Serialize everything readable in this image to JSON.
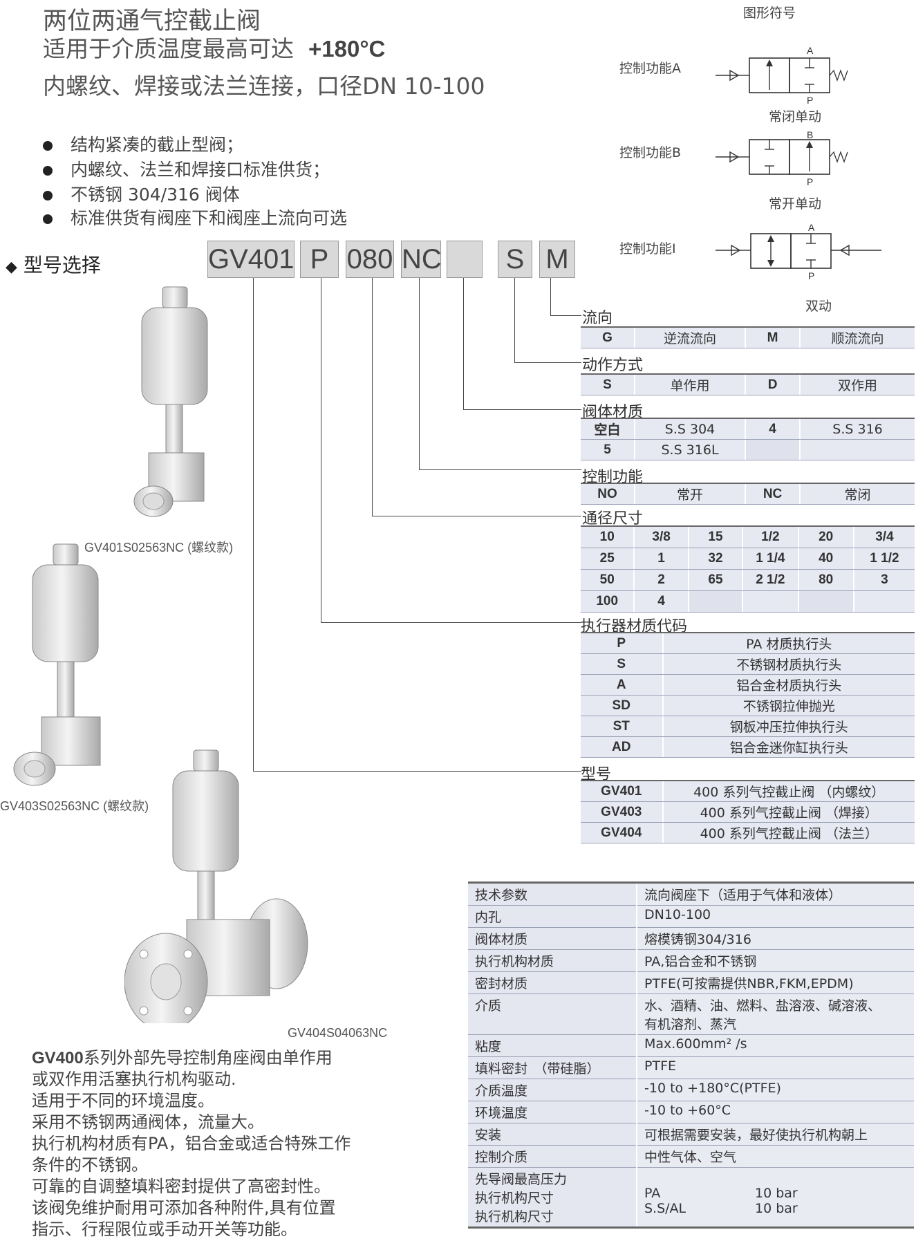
{
  "header": {
    "title_line1": "两位两通气控截止阀",
    "title_line2_prefix": "适用于介质温度最高可达",
    "title_line2_temp": "+180°C",
    "title_line3": "内螺纹、焊接或法兰连接，口径DN 10-100"
  },
  "features": [
    "结构紧凑的截止型阀；",
    "内螺纹、法兰和焊接口标准供货；",
    "不锈钢 304/316 阀体",
    "标准供货有阀座下和阀座上流向可选"
  ],
  "symbols": {
    "title": "图形符号",
    "items": [
      {
        "label": "控制功能A",
        "port_top": "A",
        "port_bottom": "P",
        "caption": "常闭单动"
      },
      {
        "label": "控制功能B",
        "port_top": "B",
        "port_bottom": "P",
        "caption": "常开单动"
      },
      {
        "label": "控制功能I",
        "port_top": "A",
        "port_bottom": "P",
        "caption": "双动"
      }
    ]
  },
  "model_selection": {
    "title": "型号选择",
    "code": [
      "GV401",
      "P",
      "080",
      "NC",
      "",
      "S",
      "M"
    ]
  },
  "option_groups": {
    "flow": {
      "title": "流向",
      "rows": [
        [
          "G",
          "逆流流向",
          "M",
          "顺流流向"
        ]
      ]
    },
    "action": {
      "title": "动作方式",
      "rows": [
        [
          "S",
          "单作用",
          "D",
          "双作用"
        ]
      ]
    },
    "body_material": {
      "title": "阀体材质",
      "rows": [
        [
          "空白",
          "S.S 304",
          "4",
          "S.S 316"
        ],
        [
          "5",
          "S.S 316L",
          "",
          ""
        ]
      ]
    },
    "control_function": {
      "title": "控制功能",
      "rows": [
        [
          "NO",
          "常开",
          "NC",
          "常闭"
        ]
      ]
    },
    "size": {
      "title": "通径尺寸",
      "rows": [
        [
          "10",
          "3/8",
          "15",
          "1/2",
          "20",
          "3/4"
        ],
        [
          "25",
          "1",
          "32",
          "1 1/4",
          "40",
          "1 1/2"
        ],
        [
          "50",
          "2",
          "65",
          "2 1/2",
          "80",
          "3"
        ],
        [
          "100",
          "4",
          "",
          "",
          "",
          ""
        ]
      ]
    },
    "actuator_material": {
      "title": "执行器材质代码",
      "rows": [
        [
          "P",
          "PA 材质执行头"
        ],
        [
          "S",
          "不锈钢材质执行头"
        ],
        [
          "A",
          "铝合金材质执行头"
        ],
        [
          "SD",
          "不锈钢拉伸抛光"
        ],
        [
          "ST",
          "钢板冲压拉伸执行头"
        ],
        [
          "AD",
          "铝合金迷你缸执行头"
        ]
      ]
    },
    "model": {
      "title": "型号",
      "rows": [
        [
          "GV401",
          "400 系列气控截止阀 （内螺纹）"
        ],
        [
          "GV403",
          "400 系列气控截止阀 （焊接）"
        ],
        [
          "GV404",
          "400 系列气控截止阀 （法兰）"
        ]
      ]
    }
  },
  "products": [
    {
      "caption": "GV401S02563NC (螺纹款)"
    },
    {
      "caption": "GV403S02563NC (螺纹款)"
    },
    {
      "caption": "GV404S04063NC"
    }
  ],
  "description": {
    "brand": "GV400",
    "lines": [
      "系列外部先导控制角座阀由单作用",
      "或双作用活塞执行机构驱动.",
      "适用于不同的环境温度。",
      "采用不锈钢两通阀体，流量大。",
      "执行机构材质有PA，铝合金或适合特殊工作",
      "条件的不锈钢。",
      "可靠的自调整填料密封提供了高密封性。",
      "该阀免维护耐用可添加各种附件,具有位置",
      "指示、行程限位或手动开关等功能。"
    ]
  },
  "tech_table": {
    "rows": [
      {
        "k": "技术参数",
        "v": "流向阀座下（适用于气体和液体）"
      },
      {
        "k": "内孔",
        "v": "DN10-100"
      },
      {
        "k": "阀体材质",
        "v": "熔模铸钢304/316"
      },
      {
        "k": "执行机构材质",
        "v": "PA,铝合金和不锈钢"
      },
      {
        "k": "密封材质",
        "v": "PTFE(可按需提供NBR,FKM,EPDM)"
      },
      {
        "k": "介质",
        "v": "水、酒精、油、燃料、盐溶液、碱溶液、",
        "v2": "有机溶剂、蒸汽"
      },
      {
        "k": "粘度",
        "v": "Max.600mm² /s"
      },
      {
        "k": "填料密封　（带硅脂）",
        "v": "PTFE"
      },
      {
        "k": "介质温度",
        "v": "-10 to +180°C(PTFE)"
      },
      {
        "k": "环境温度",
        "v": "-10 to +60°C"
      },
      {
        "k": "安装",
        "v": "可根据需要安装，最好使执行机构朝上"
      },
      {
        "k": "控制介质",
        "v": "中性气体、空气"
      }
    ],
    "pilot": {
      "k1": "先导阀最高压力",
      "k2": "执行机构尺寸",
      "k3": "执行机构尺寸",
      "a1": "PA",
      "a2": "S.S/AL",
      "b1": "10 bar",
      "b2": "10 bar"
    }
  }
}
